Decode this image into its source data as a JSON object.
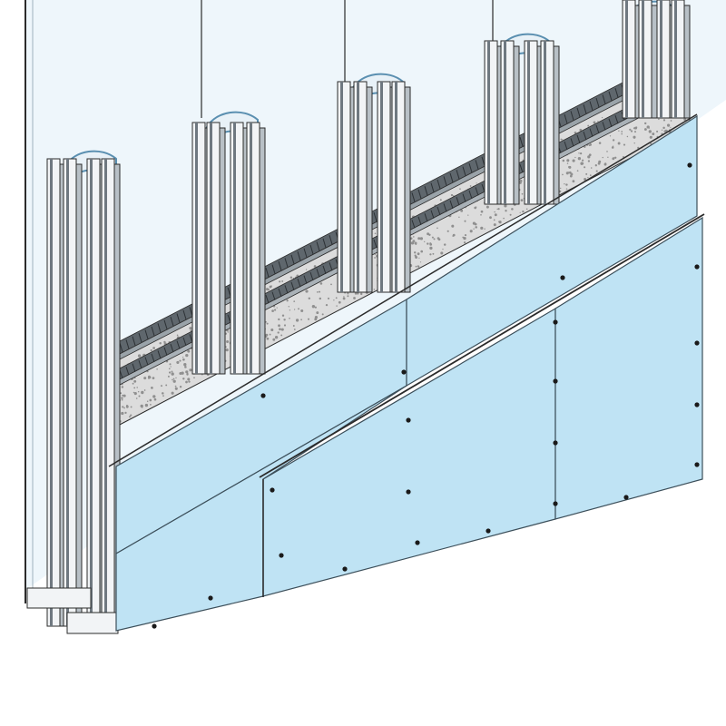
{
  "diagram": {
    "colors": {
      "background": "#ffffff",
      "wall_backdrop": "#eef6fb",
      "board": "#bfe3f4",
      "board_edge": "#3c4f5a",
      "stud_light": "#f2f4f6",
      "stud_mid": "#b8c0c6",
      "stud_dark": "#6f7880",
      "insulation": "#dcdcdc",
      "insulation_speck": "#8f8f8f",
      "track": "#7d868d",
      "screw": "#1a1a1a",
      "hanger": "#5a8fb0",
      "outline": "#2b2b2b"
    },
    "studs": {
      "count": 5
    },
    "boards": {
      "inner_layer_panels": 2,
      "outer_layer_panels": 3
    }
  }
}
